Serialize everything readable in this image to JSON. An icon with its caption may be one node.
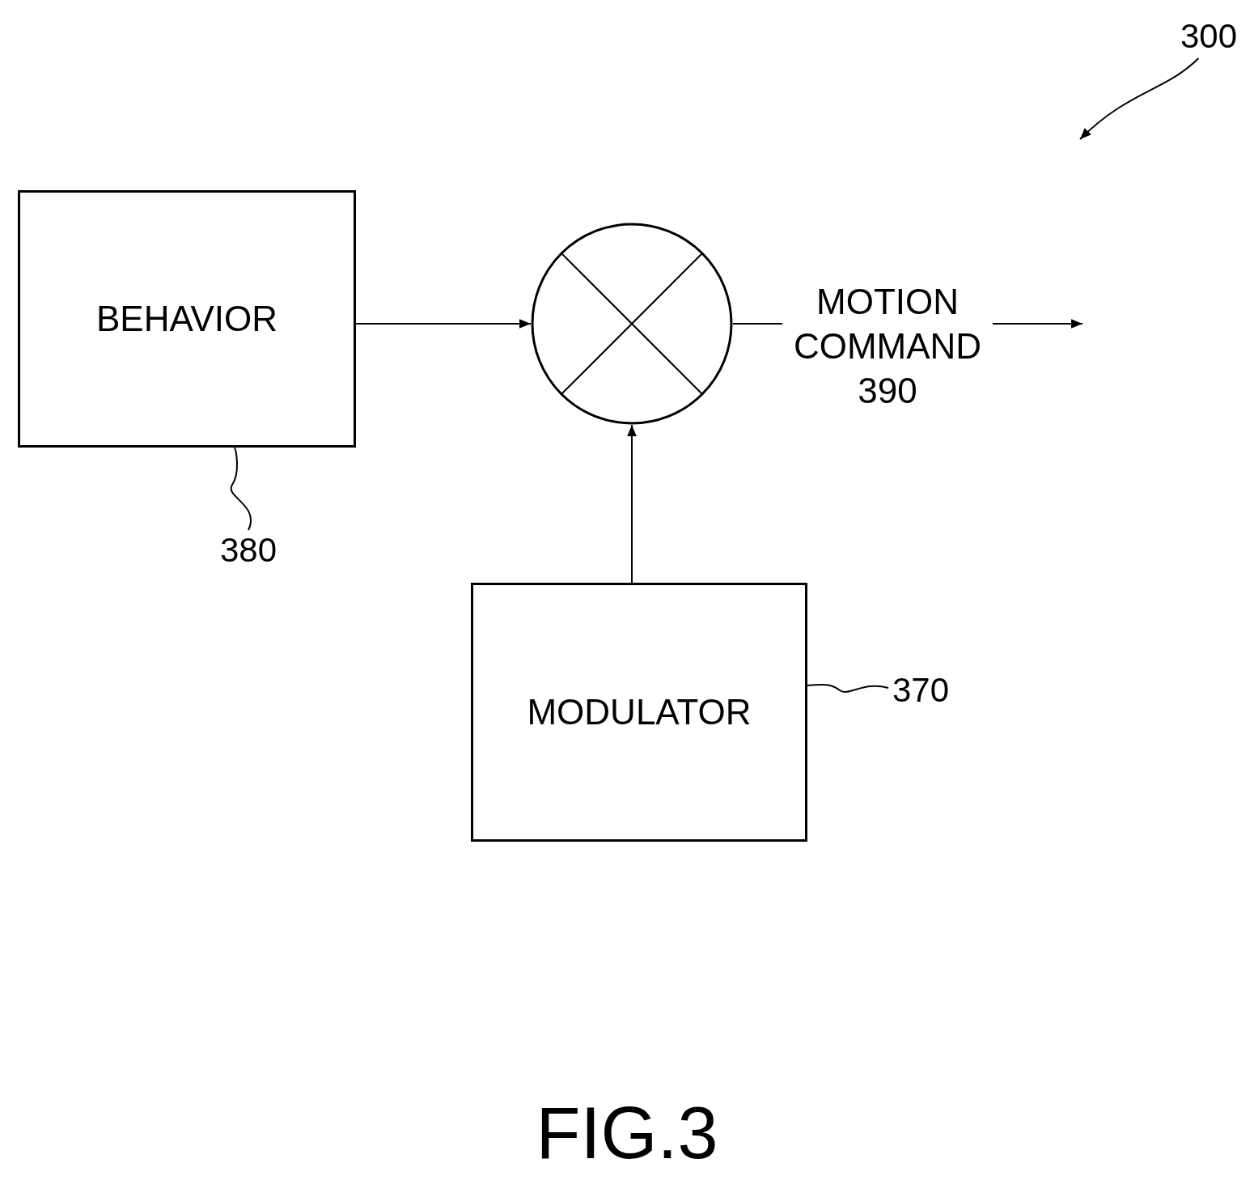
{
  "diagram": {
    "caption": "FIG.3",
    "nodes": [
      {
        "text": [
          "BEHAVIOR"
        ]
      },
      {
        "text": [],
        "shape": "circle"
      },
      {
        "text": [
          "MODULATOR"
        ]
      },
      {
        "text": [
          "380"
        ]
      },
      {
        "text": [
          "370"
        ]
      },
      {
        "text": [
          "300"
        ]
      }
    ],
    "edges": [
      {
        "from": 0,
        "to": 1,
        "arrow": "to"
      },
      {
        "from": 2,
        "to": 1,
        "arrow": "to"
      },
      {
        "from": 1,
        "to": null,
        "arrow": "to",
        "label": "MOTION COMMAND 390"
      },
      {
        "from": 3,
        "to": 0,
        "arrow": "none"
      },
      {
        "from": 4,
        "to": 2,
        "arrow": "none"
      },
      {
        "from": 5,
        "to": null,
        "arrow": "to"
      }
    ]
  }
}
